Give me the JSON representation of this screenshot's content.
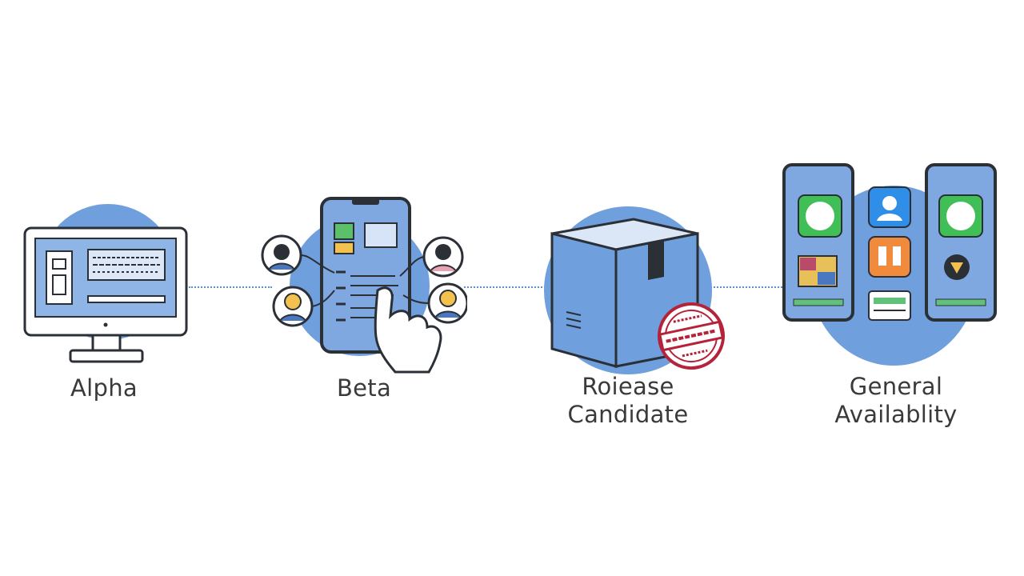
{
  "stages": [
    {
      "label": "Alpha",
      "icon": "desktop-monitor-icon"
    },
    {
      "label": "Beta",
      "icon": "phone-testers-touch-icon"
    },
    {
      "label": "Roiease\nCandidate",
      "icon": "shipping-box-stamp-icon"
    },
    {
      "label": "General\nAvailablity",
      "icon": "app-store-phones-icon"
    }
  ],
  "colors": {
    "circle": "#6f9fdc",
    "outline": "#2b2f36",
    "connector": "#5b8fd1",
    "label": "#3a3a3a",
    "stamp": "#b5233a"
  }
}
